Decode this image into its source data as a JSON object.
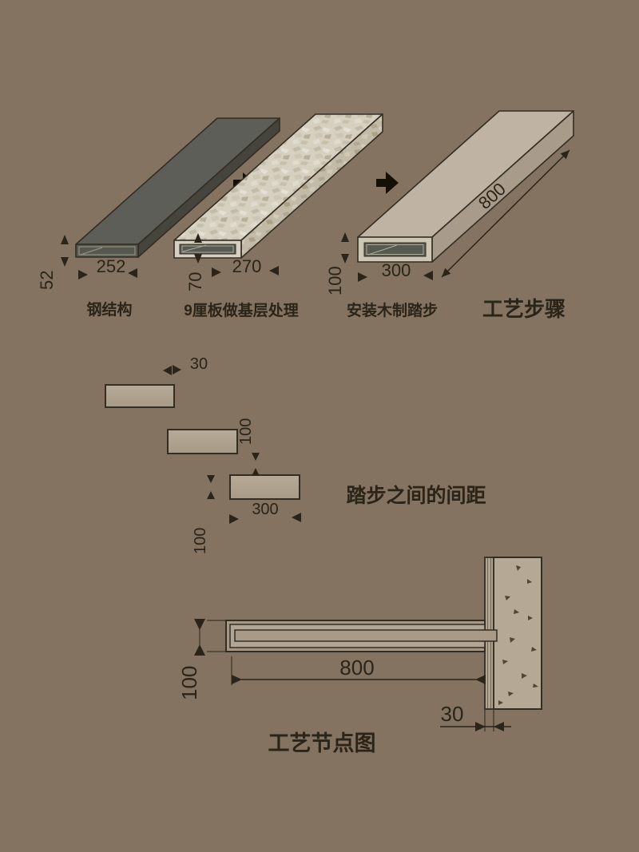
{
  "background_color": "#847361",
  "ink_color": "#2b2418",
  "process": {
    "title": "工艺步骤",
    "items": [
      {
        "name": "钢结构",
        "width": "252",
        "height": "52"
      },
      {
        "name": "9厘板做基层处理",
        "width": "270",
        "height": "70"
      },
      {
        "name": "安装木制踏步",
        "width": "300",
        "height": "100",
        "length": "800"
      }
    ]
  },
  "spacing": {
    "title": "踏步之间的间距",
    "overlap": "30",
    "vertical_gap": "100",
    "tread_width": "300",
    "tread_thickness": "100"
  },
  "node": {
    "title": "工艺节点图",
    "tread_length": "800",
    "tread_thickness": "100",
    "wall_batten_width": "30"
  },
  "colors": {
    "steel_top": "#5d5e57",
    "steel_front": "#56574f",
    "steel_side": "#45453e",
    "osb_base": "#d6d0c1",
    "osb_side": "#c3bba8",
    "wood_top": "#bfb4a4",
    "wood_side": "#a89b8a",
    "wood_front": "#cec6b5",
    "tube_dark": "#575a50",
    "step_fill": "#b0a391",
    "wall_panel": "#b5a894",
    "batten": "#b1a48f",
    "tread_outer": "#a69884",
    "tread_inner": "#b2a593"
  }
}
